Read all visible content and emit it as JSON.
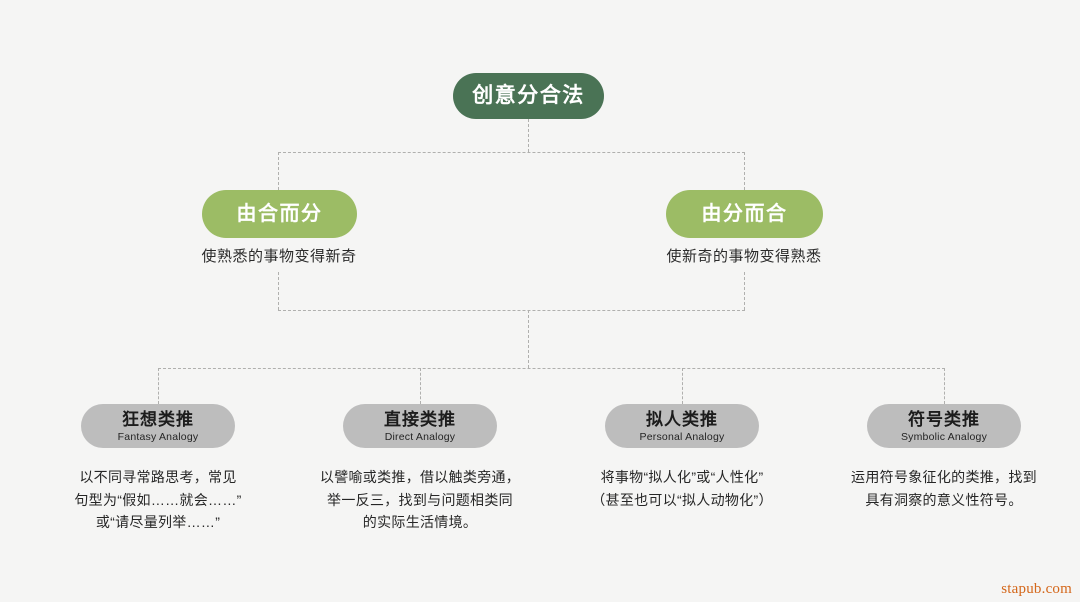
{
  "diagram": {
    "title": "创意分合法",
    "background_color": "#f5f5f4",
    "colors": {
      "root": "#4a7355",
      "mid": "#9cbc65",
      "leaf": "#bdbdbd",
      "connector": "#b0b0ae",
      "watermark": "#d4671a"
    },
    "root": {
      "label": "创意分合法"
    },
    "mid_nodes": [
      {
        "label": "由合而分",
        "caption": "使熟悉的事物变得新奇"
      },
      {
        "label": "由分而合",
        "caption": "使新奇的事物变得熟悉"
      }
    ],
    "leaf_nodes": [
      {
        "cn": "狂想类推",
        "en": "Fantasy Analogy",
        "desc_lines": [
          "以不同寻常路思考，常见",
          "句型为“假如……就会……”",
          "或“请尽量列举……”"
        ]
      },
      {
        "cn": "直接类推",
        "en": "Direct Analogy",
        "desc_lines": [
          "以譬喻或类推，借以触类旁通，",
          "举一反三，找到与问题相类同",
          "的实际生活情境。"
        ]
      },
      {
        "cn": "拟人类推",
        "en": "Personal Analogy",
        "desc_lines": [
          "将事物“拟人化”或“人性化”",
          "（甚至也可以“拟人动物化”）"
        ]
      },
      {
        "cn": "符号类推",
        "en": "Symbolic Analogy",
        "desc_lines": [
          "运用符号象征化的类推，找到",
          "具有洞察的意义性符号。"
        ]
      }
    ],
    "watermark": "stapub.com"
  }
}
